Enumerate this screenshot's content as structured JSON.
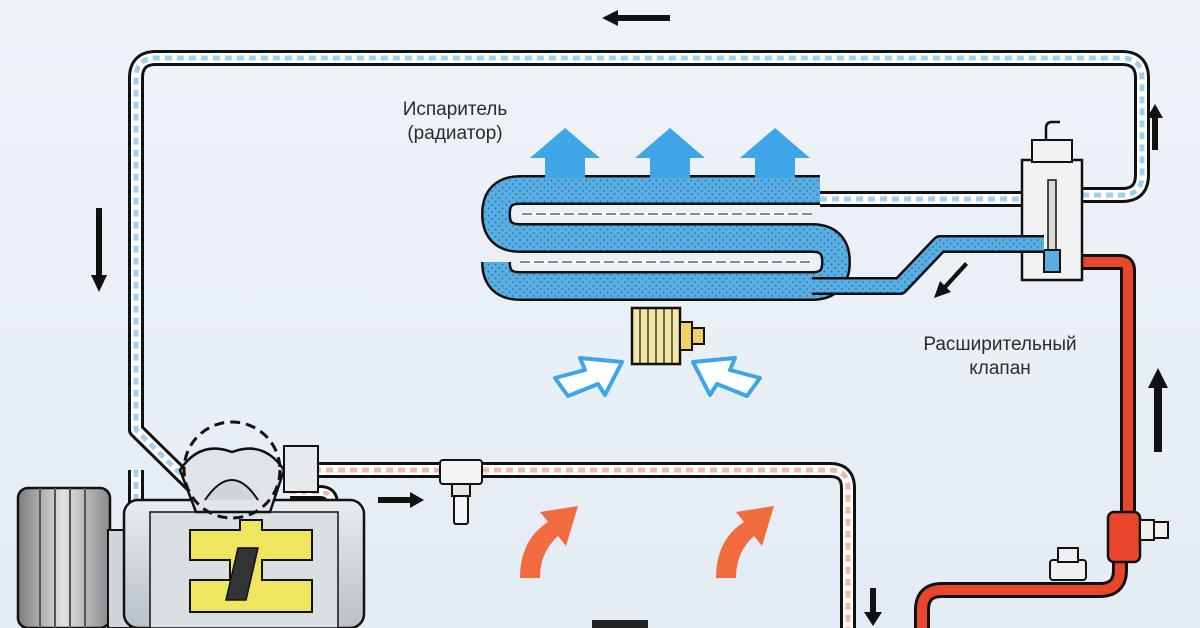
{
  "labels": {
    "evaporator": {
      "line1": "Испаритель",
      "line2": "(радиатор)"
    },
    "expansion_valve": {
      "line1": "Расширительный",
      "line2": "клапан"
    }
  },
  "colors": {
    "background": "#e9eff5",
    "low_pressure_line": "#9fd0ef",
    "high_pressure_gas_line": "#f3b9a6",
    "liquid_line": "#e8452a",
    "evaporator_fill": "#5aaee3",
    "cold_air_arrow": "#3ea6e6",
    "warm_air_arrow": "#f26b3f",
    "compressor_parts": "#efe55e",
    "flow_arrow": "#111111"
  },
  "icons": {
    "cold_air": "arrow-up-icon",
    "incoming_air": "outline-arrow-icon",
    "warm_air": "arrow-up-icon",
    "flow_direction": "arrow-icon"
  }
}
